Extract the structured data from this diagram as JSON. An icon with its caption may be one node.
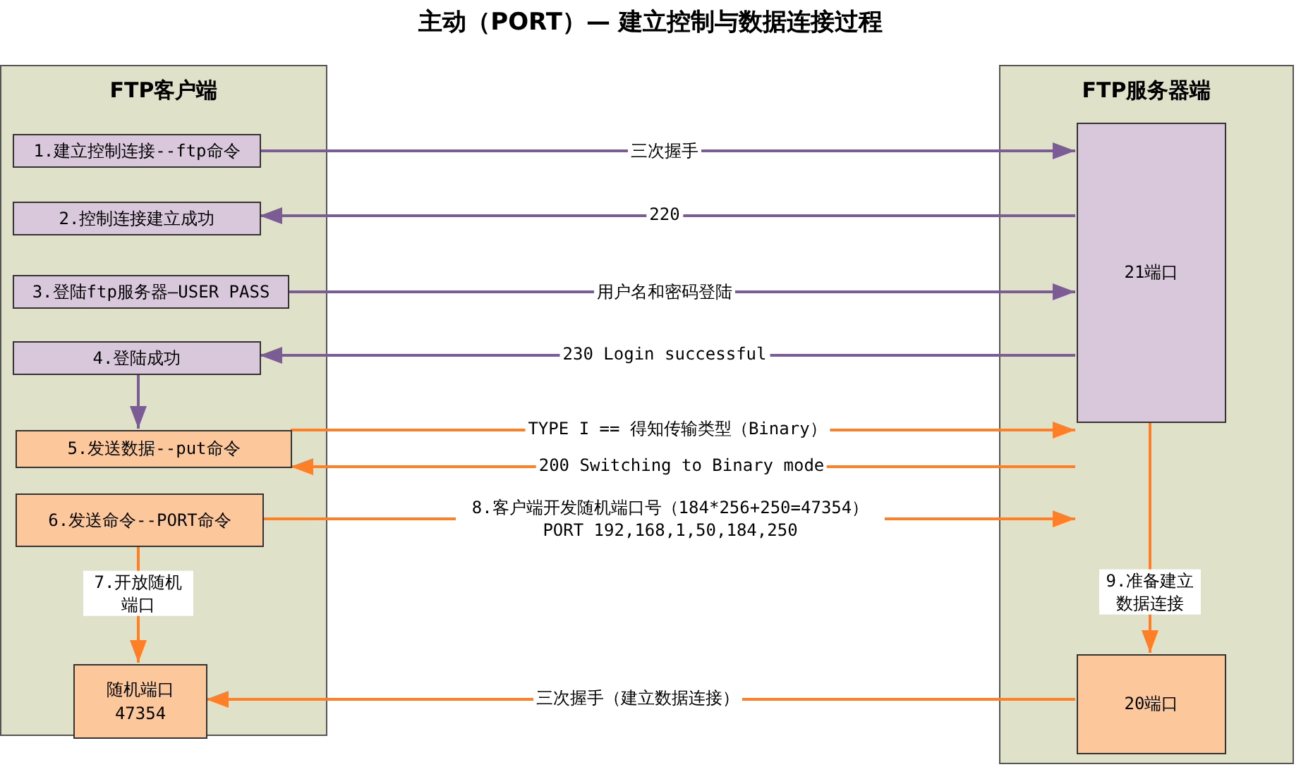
{
  "diagram": {
    "title": "主动（PORT）— 建立控制与数据连接过程",
    "nodes": [
      {
        "text": [
          "FTP客户端"
        ]
      },
      {
        "text": [
          "1.建立控制连接--ftp命令"
        ],
        "in": 0
      },
      {
        "text": [
          "2.控制连接建立成功"
        ],
        "in": 0
      },
      {
        "text": [
          "3.登陆ftp服务器—USER PASS"
        ],
        "in": 0
      },
      {
        "text": [
          "4.登陆成功"
        ],
        "in": 0
      },
      {
        "text": [
          "5.发送数据--put命令"
        ],
        "in": 0
      },
      {
        "text": [
          "6.发送命令--PORT命令"
        ],
        "in": 0
      },
      {
        "text": [
          "随机端口 47354"
        ],
        "in": 0
      },
      {
        "text": [
          "FTP服务器端"
        ]
      },
      {
        "text": [
          "21端口"
        ],
        "in": 8
      },
      {
        "text": [
          "20端口"
        ],
        "in": 8
      }
    ],
    "edges": [
      {
        "from": 1,
        "to": 9,
        "arrow": "to",
        "label": "三次握手",
        "color": "#7b5c94"
      },
      {
        "from": 9,
        "to": 2,
        "arrow": "to",
        "label": "220",
        "color": "#7b5c94"
      },
      {
        "from": 3,
        "to": 9,
        "arrow": "to",
        "label": "用户名和密码登陆",
        "color": "#7b5c94"
      },
      {
        "from": 9,
        "to": 4,
        "arrow": "to",
        "label": "230 Login successful",
        "color": "#7b5c94"
      },
      {
        "from": 4,
        "to": 5,
        "arrow": "to",
        "color": "#7b5c94"
      },
      {
        "from": 5,
        "to": 9,
        "arrow": "to",
        "label": "TYPE I == 得知传输类型（Binary）"
      },
      {
        "from": 9,
        "to": 5,
        "arrow": "to",
        "label": "200 Switching to Binary mode"
      },
      {
        "from": 6,
        "to": 9,
        "arrow": "to",
        "label": "8.客户端开发随机端口号（184*256+250=47354） PORT 192,168,1,50,184,250"
      },
      {
        "from": 6,
        "to": 7,
        "arrow": "to",
        "label": "7.开放随机端口"
      },
      {
        "from": 9,
        "to": 10,
        "arrow": "to",
        "label": "9.准备建立数据连接"
      },
      {
        "from": 10,
        "to": 7,
        "arrow": "to",
        "label": "三次握手（建立数据连接）"
      }
    ]
  }
}
